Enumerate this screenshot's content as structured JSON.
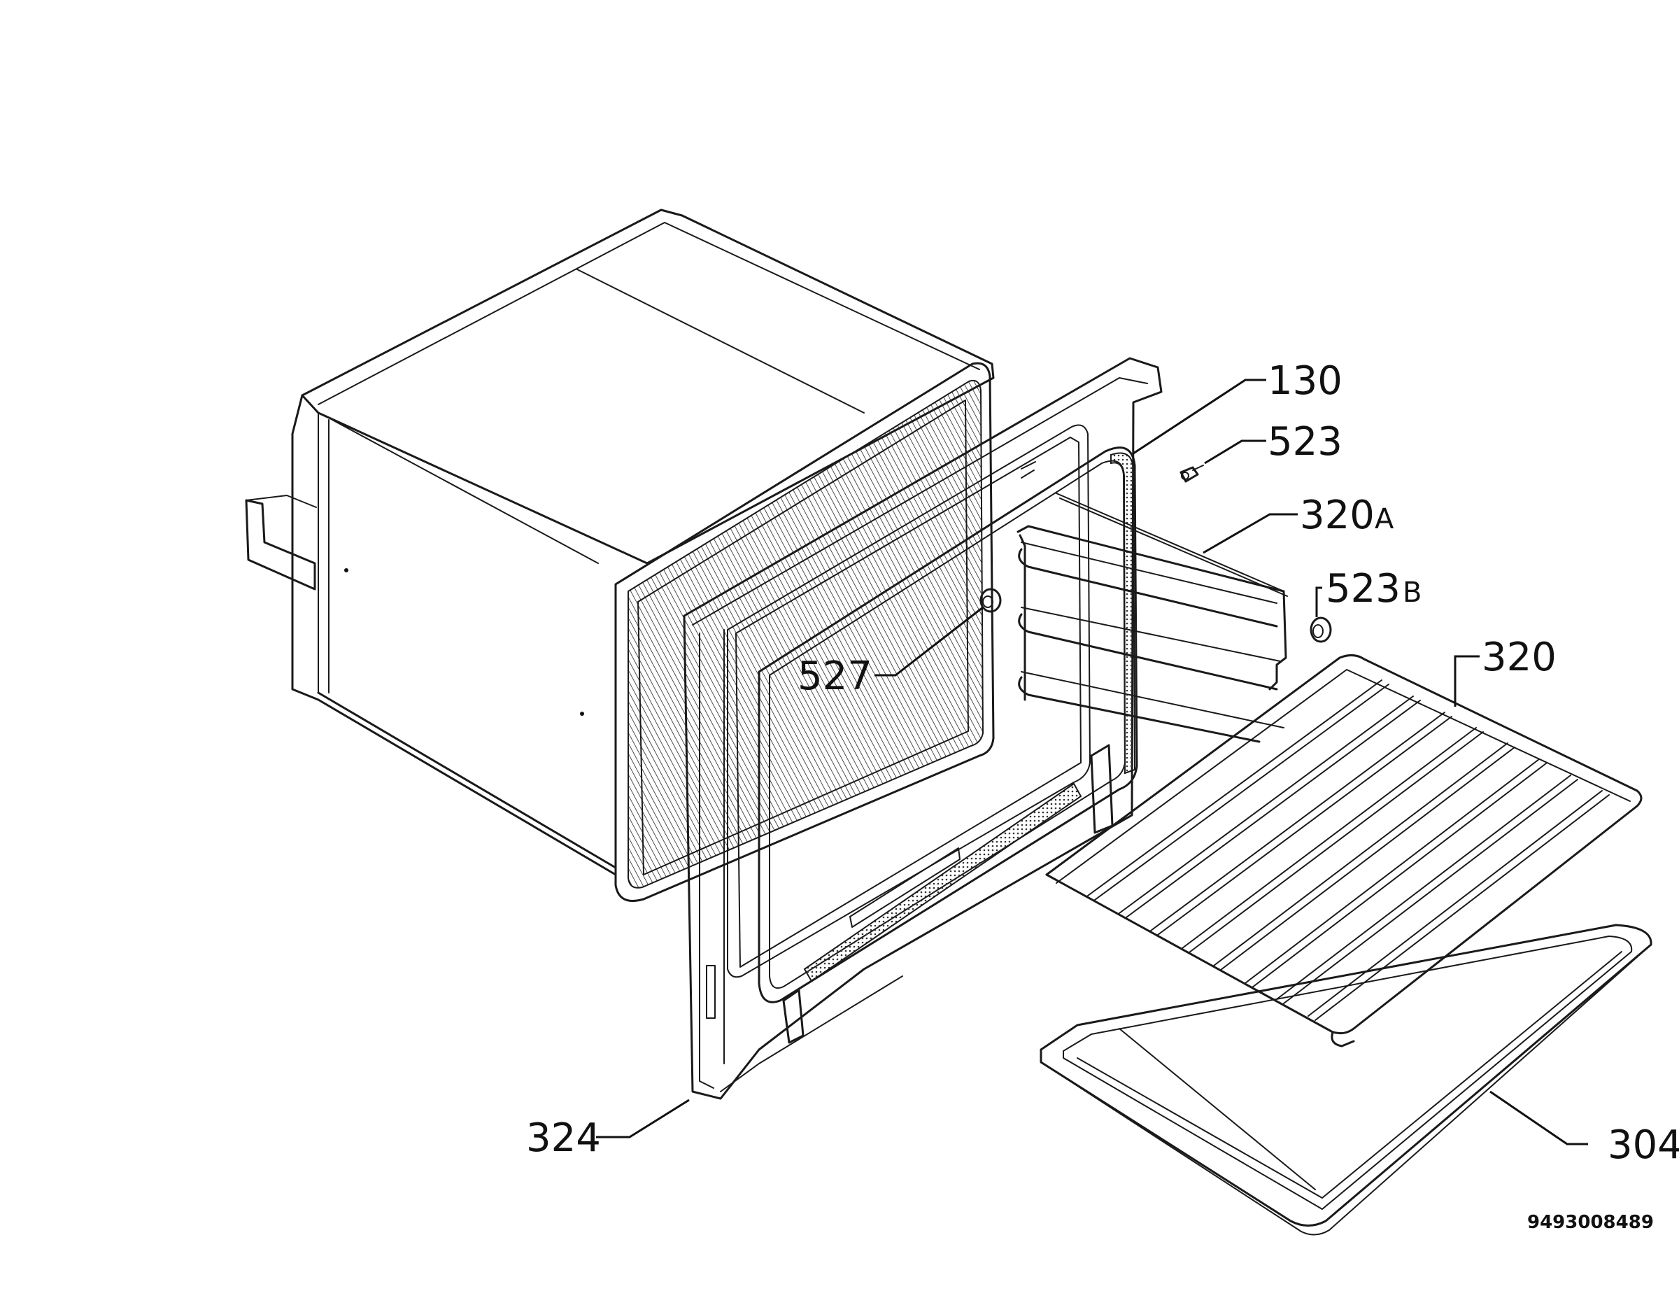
{
  "callouts": [
    {
      "id": "130",
      "number": "130",
      "suffix": ""
    },
    {
      "id": "523",
      "number": "523",
      "suffix": ""
    },
    {
      "id": "320a",
      "number": "320",
      "suffix": "A"
    },
    {
      "id": "523b",
      "number": "523",
      "suffix": "B"
    },
    {
      "id": "320",
      "number": "320",
      "suffix": ""
    },
    {
      "id": "527",
      "number": "527",
      "suffix": ""
    },
    {
      "id": "324",
      "number": "324",
      "suffix": ""
    },
    {
      "id": "304",
      "number": "304",
      "suffix": ""
    }
  ],
  "drawing_number": "9493008489"
}
